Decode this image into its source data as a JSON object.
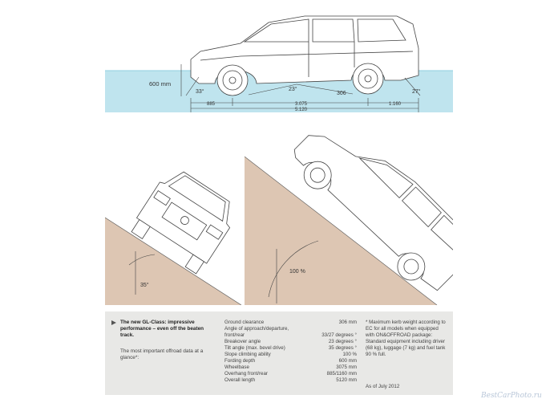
{
  "wading": {
    "depth_label": "600 mm",
    "approach_angle_label": "33°",
    "breakover_angle_label": "23°",
    "clearance_label": "306",
    "departure_angle_label": "27°",
    "overhang_front_label": "885",
    "wheelbase_label": "3.075",
    "overall_length_label": "5.120",
    "overhang_rear_label": "1.160"
  },
  "tilt": {
    "angle_label": "35°"
  },
  "climb": {
    "angle_label": "100 %"
  },
  "info": {
    "headline": "The new GL-Class: impressive performance – even off the beaten track.",
    "subline": "The most important offroad data at a glance*:",
    "specs": [
      {
        "label": "Ground clearance",
        "value": "306 mm"
      },
      {
        "label": "Angle of approach/departure,",
        "value": ""
      },
      {
        "label": "front/rear",
        "value": "33/27 degrees °"
      },
      {
        "label": "Breakover angle",
        "value": "23 degrees °"
      },
      {
        "label": "Tilt angle (max. bevel drive)",
        "value": "35 degrees °"
      },
      {
        "label": "Slope climbing ability",
        "value": "100 %"
      },
      {
        "label": "Fording depth",
        "value": "600 mm"
      },
      {
        "label": "Wheelbase",
        "value": "3075 mm"
      },
      {
        "label": "Overhang front/rear",
        "value": "885/1160 mm"
      },
      {
        "label": "Overall length",
        "value": "5120 mm"
      }
    ],
    "footnote": "* Maximum kerb weight according to EC for all models when equipped with ON&OFFROAD package: Standard equipment including driver (68 kg), luggage (7 kg) and fuel tank 90 % full.",
    "date": "As of July 2012"
  },
  "watermark": "BestCarPhoto.ru",
  "colors": {
    "water": "#bfe4ee",
    "ground": "#ddc6b3",
    "panel": "#e8e8e6",
    "line": "#444444"
  }
}
